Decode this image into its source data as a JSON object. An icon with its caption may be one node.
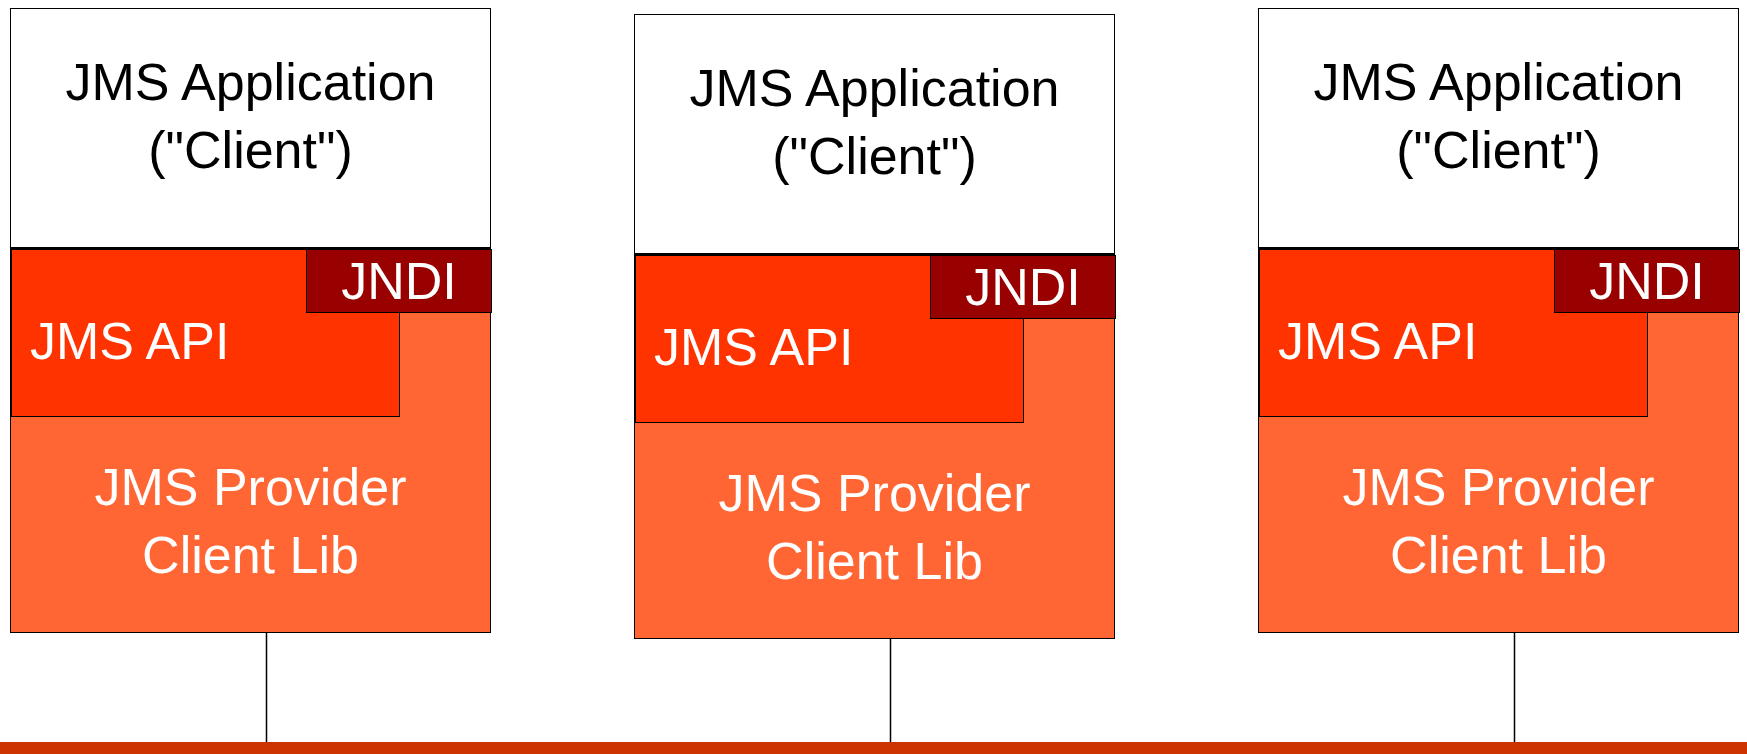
{
  "diagram": {
    "nodes": [
      {
        "text": [
          "JMS Application (\"Client\")"
        ]
      },
      {
        "text": [
          "JMS Provider Client Lib"
        ]
      },
      {
        "text": [
          "JMS API"
        ],
        "in": 1
      },
      {
        "text": [
          "JNDI"
        ],
        "in": 1
      },
      {
        "text": [
          "JMS Application (\"Client\")"
        ]
      },
      {
        "text": [
          "JMS Provider Client Lib"
        ]
      },
      {
        "text": [
          "JMS API"
        ],
        "in": 5
      },
      {
        "text": [
          "JNDI"
        ],
        "in": 5
      },
      {
        "text": [
          "JMS Application (\"Client\")"
        ]
      },
      {
        "text": [
          "JMS Provider Client Lib"
        ]
      },
      {
        "text": [
          "JMS API"
        ],
        "in": 9
      },
      {
        "text": [
          "JNDI"
        ],
        "in": 9
      },
      {
        "text": [],
        "shape": "bar"
      }
    ],
    "edges": [
      {
        "from": 1,
        "to": 12,
        "arrow": "none"
      },
      {
        "from": 5,
        "to": 12,
        "arrow": "none"
      },
      {
        "from": 9,
        "to": 12,
        "arrow": "none"
      }
    ]
  }
}
